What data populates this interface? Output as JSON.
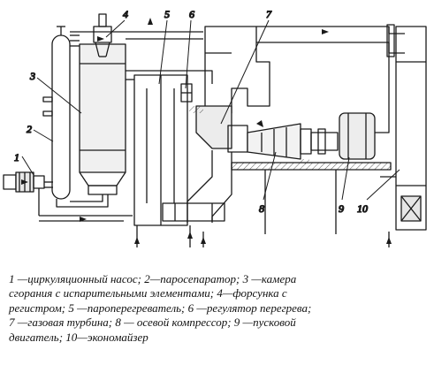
{
  "labels": {
    "n1": "1",
    "n2": "2",
    "n3": "3",
    "n4": "4",
    "n5": "5",
    "n6": "6",
    "n7": "7",
    "n8": "8",
    "n9": "9",
    "n10": "10"
  },
  "caption": {
    "lines": [
      "1 —циркуляционный насос; 2—паросепаратор; 3 —камера",
      "сгорания с испарительными элементами; 4—форсунка с",
      "регистром; 5 —пароперегреватель; 6 —регулятор перегрева;",
      "7 —газовая турбина; 8 — осевой компрессор; 9 —пусковой",
      "двигатель; 10—экономайзер"
    ]
  }
}
